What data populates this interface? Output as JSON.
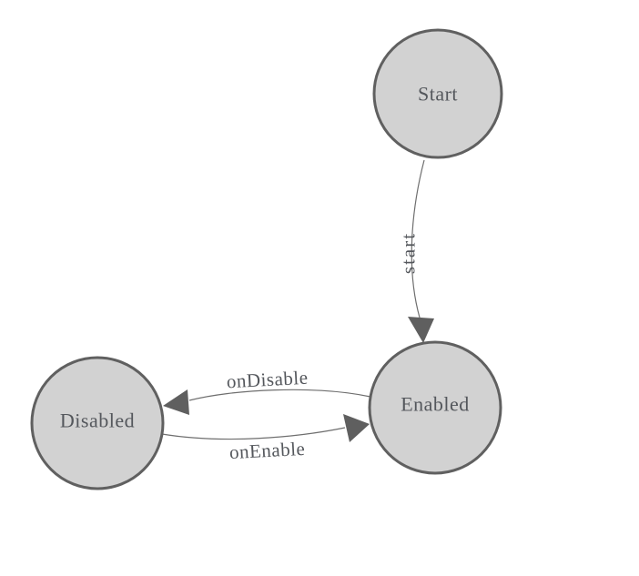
{
  "diagram": {
    "type": "state-machine",
    "background_color": "#ffffff",
    "node_fill_color": "#d2d2d2",
    "node_stroke_color": "#606060",
    "edge_color": "#6e6e6e",
    "arrow_fill_color": "#5f5f5f",
    "label_color": "#54575c",
    "nodes": [
      {
        "id": "start",
        "label": "Start"
      },
      {
        "id": "enabled",
        "label": "Enabled"
      },
      {
        "id": "disabled",
        "label": "Disabled"
      }
    ],
    "edges": [
      {
        "from": "Start",
        "to": "Enabled",
        "label": "start"
      },
      {
        "from": "Enabled",
        "to": "Disabled",
        "label": "onDisable"
      },
      {
        "from": "Disabled",
        "to": "Enabled",
        "label": "onEnable"
      }
    ]
  }
}
